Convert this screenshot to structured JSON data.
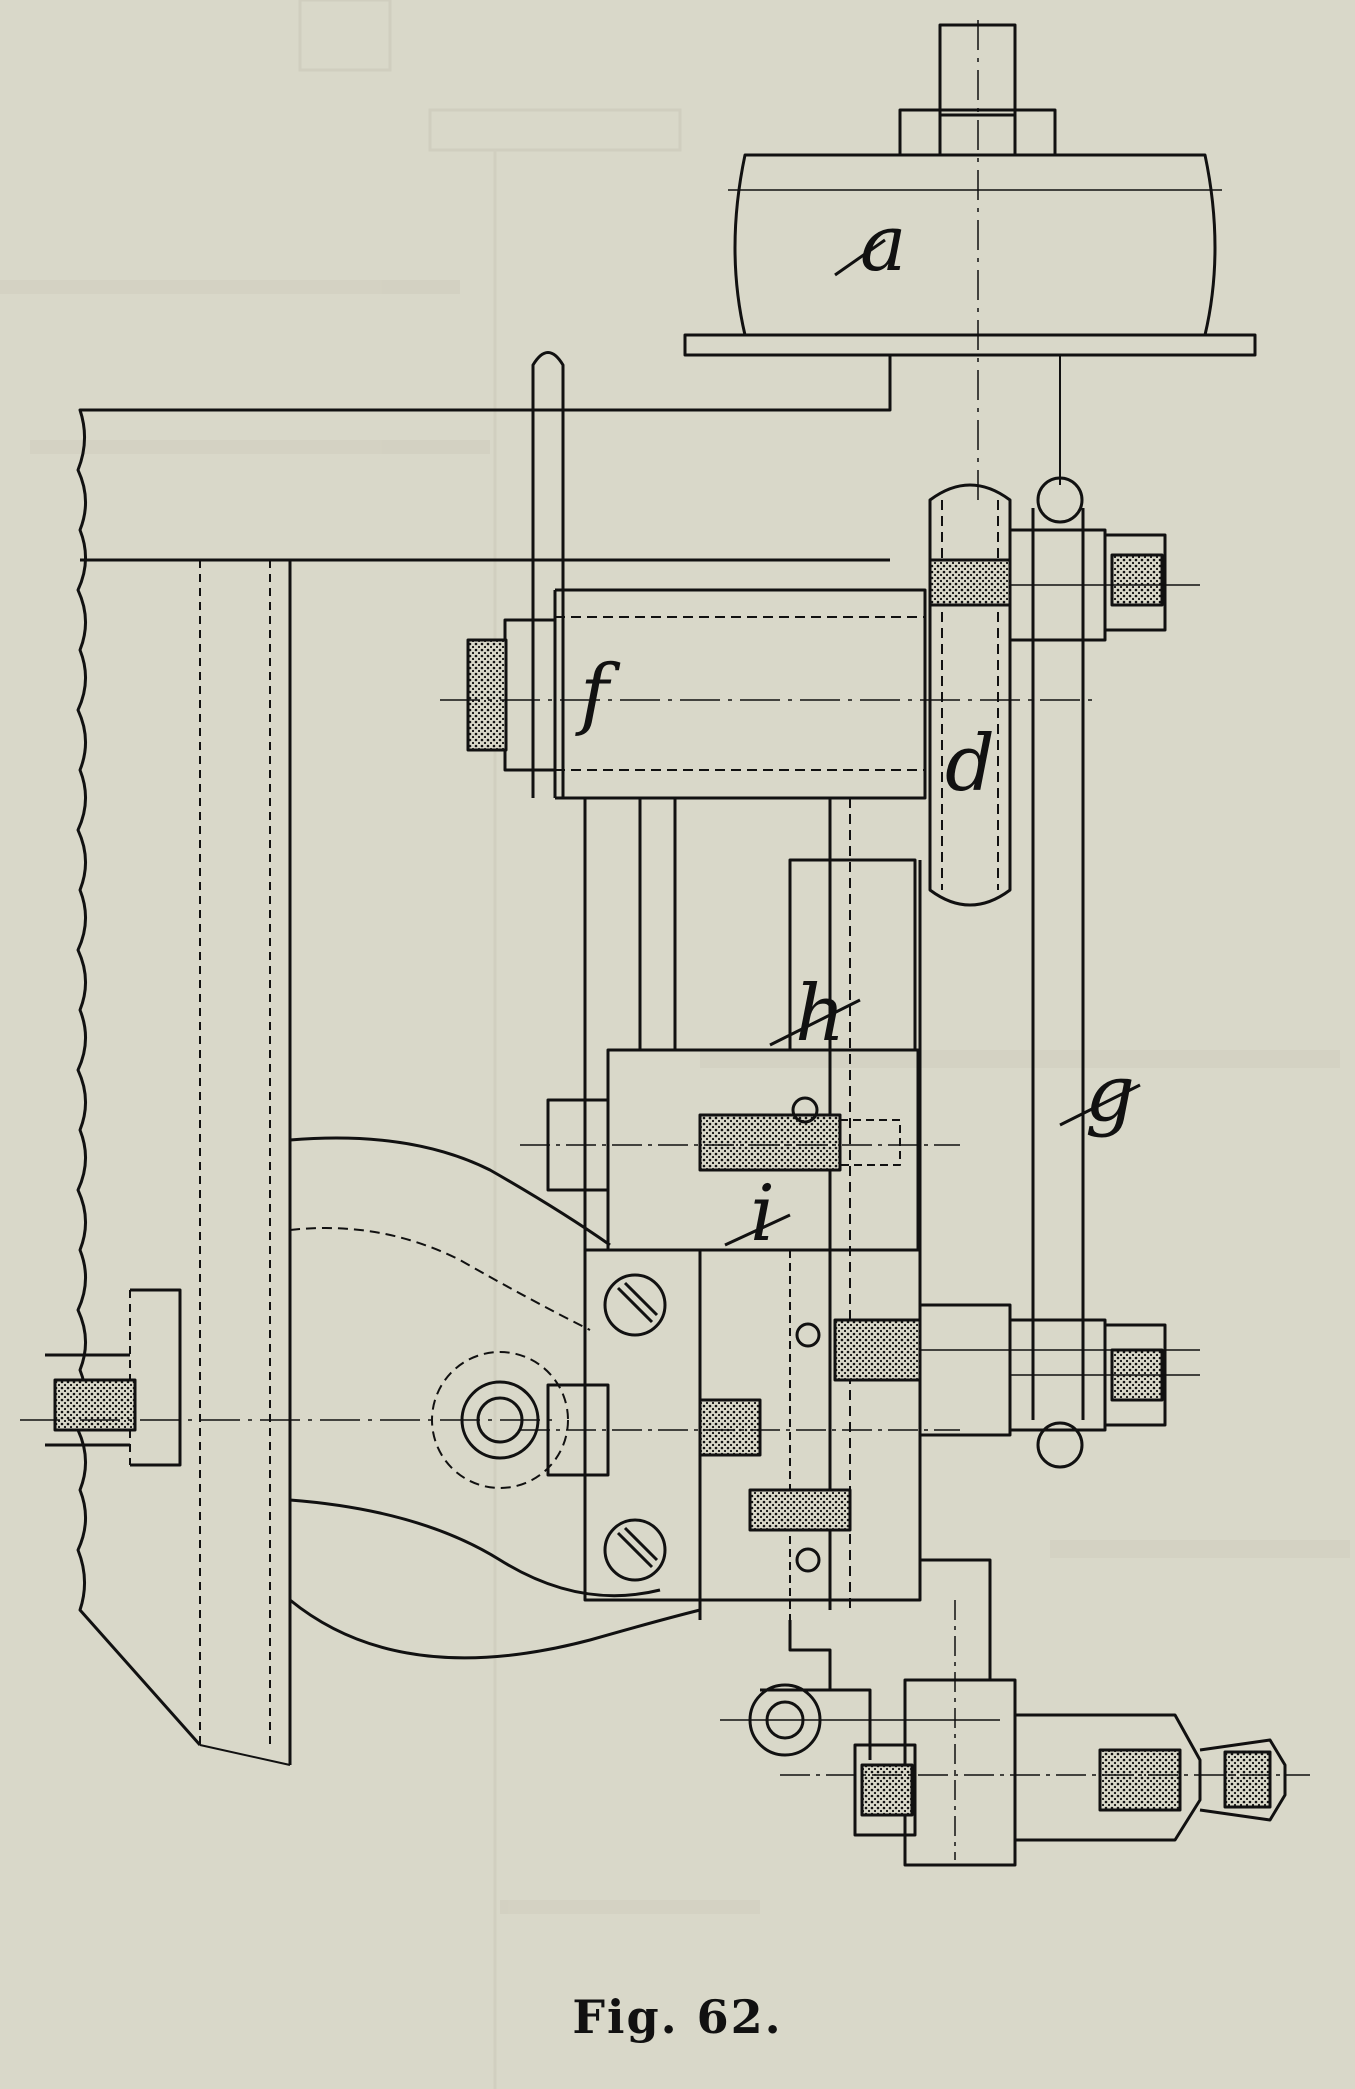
{
  "figure": {
    "caption": "Fig. 62.",
    "labels": {
      "a": "a",
      "d": "d",
      "f": "f",
      "g": "g",
      "h": "h",
      "i": "i"
    }
  },
  "colors": {
    "paper": "#d9d8c9",
    "ink": "#111111",
    "bleed_through": "#c9c7b7"
  }
}
